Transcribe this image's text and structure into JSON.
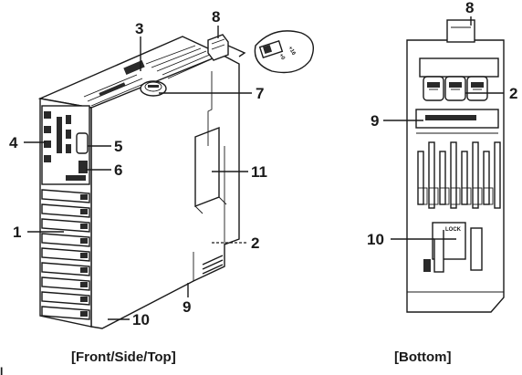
{
  "views": {
    "front": {
      "caption": "[Front/Side/Top]"
    },
    "bottom": {
      "caption": "[Bottom]"
    }
  },
  "switch_inset": {
    "label_top": "+16",
    "label_bottom": "+0"
  },
  "lock_label": "LOCK",
  "callouts_front": [
    "1",
    "2",
    "3",
    "4",
    "5",
    "6",
    "7",
    "8",
    "9",
    "10",
    "11"
  ],
  "callouts_bottom": [
    "8",
    "2",
    "9",
    "10"
  ],
  "stray_mark": "I"
}
